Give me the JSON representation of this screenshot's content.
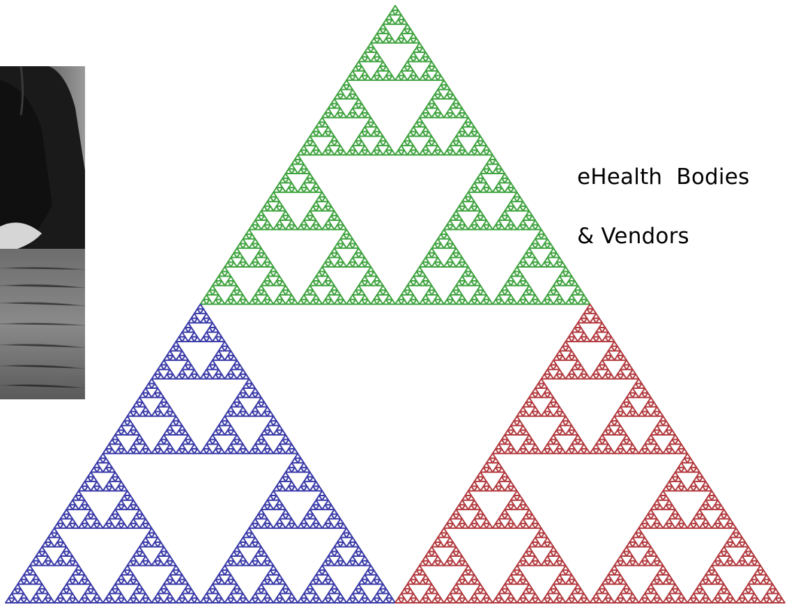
{
  "labels": {
    "line1": "eHealth  Bodies",
    "line2": "& Vendors"
  },
  "photo": {
    "description_icon": "businessman-photo"
  },
  "fractal": {
    "type": "sierpinski-triangle",
    "depth": 7,
    "colors": {
      "top": "#3fa33f",
      "left": "#3a3aa8",
      "right": "#b23a3f"
    }
  }
}
